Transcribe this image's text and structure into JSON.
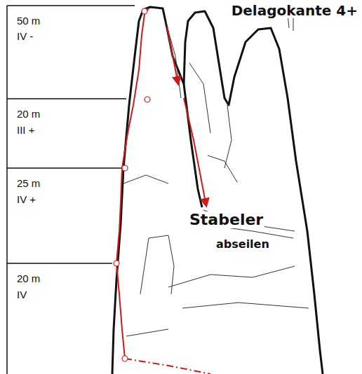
{
  "diagram": {
    "title": "Delagokante 4+",
    "labels": [
      "50 m",
      "IV -",
      "20 m",
      "III +",
      "25 m",
      "IV +",
      "20 m",
      "IV",
      "Stabeler",
      "abseilen"
    ]
  }
}
